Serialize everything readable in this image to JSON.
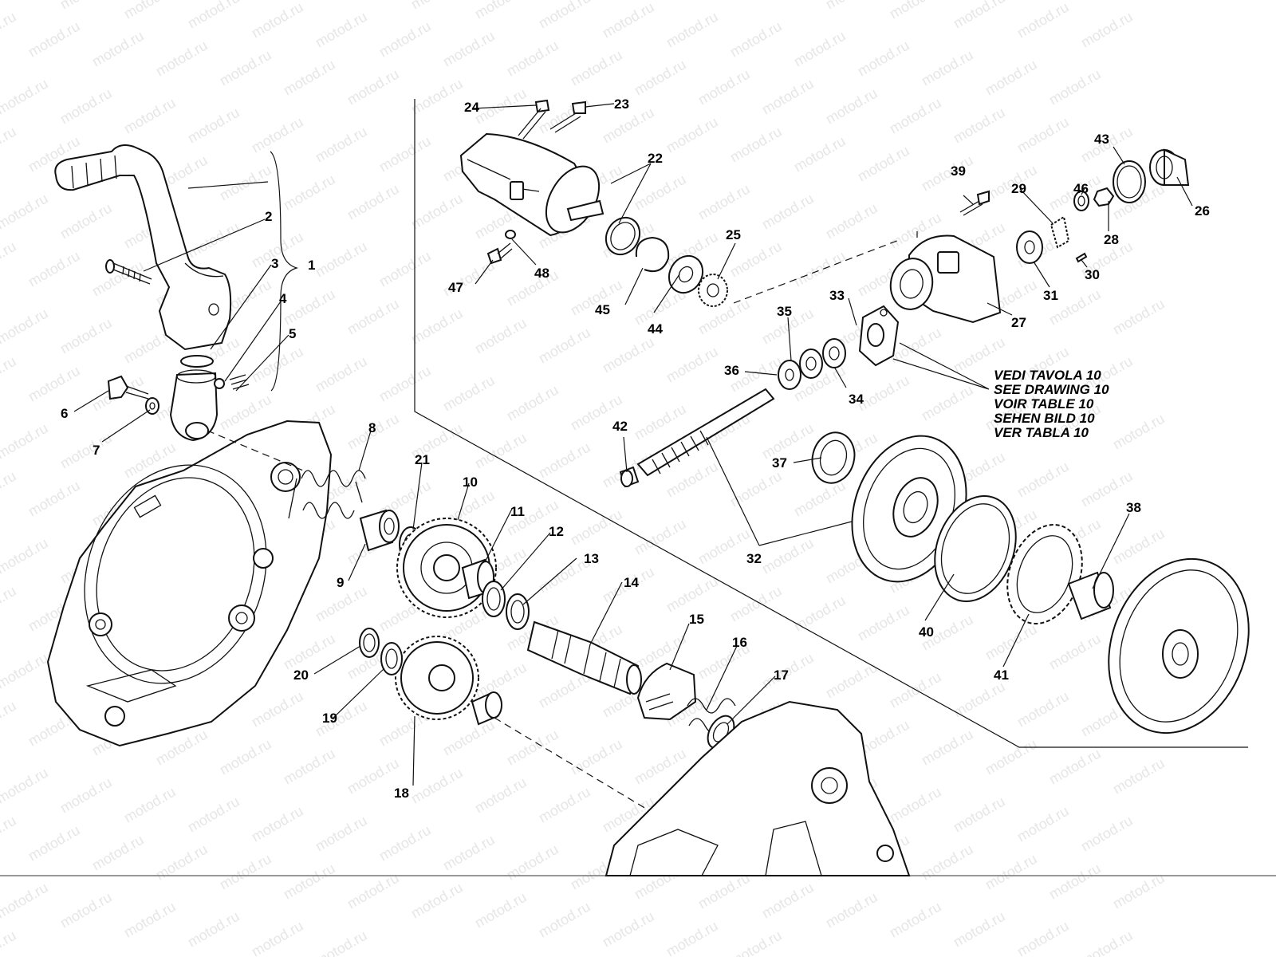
{
  "watermark": "motod.ru",
  "callouts": [
    {
      "id": "1",
      "label": "1"
    },
    {
      "id": "2",
      "label": "2"
    },
    {
      "id": "3",
      "label": "3"
    },
    {
      "id": "4",
      "label": "4"
    },
    {
      "id": "5",
      "label": "5"
    },
    {
      "id": "6",
      "label": "6"
    },
    {
      "id": "7",
      "label": "7"
    },
    {
      "id": "8",
      "label": "8"
    },
    {
      "id": "9",
      "label": "9"
    },
    {
      "id": "10",
      "label": "10"
    },
    {
      "id": "11",
      "label": "11"
    },
    {
      "id": "12",
      "label": "12"
    },
    {
      "id": "13",
      "label": "13"
    },
    {
      "id": "14",
      "label": "14"
    },
    {
      "id": "15",
      "label": "15"
    },
    {
      "id": "16",
      "label": "16"
    },
    {
      "id": "17",
      "label": "17"
    },
    {
      "id": "18",
      "label": "18"
    },
    {
      "id": "19",
      "label": "19"
    },
    {
      "id": "20",
      "label": "20"
    },
    {
      "id": "21",
      "label": "21"
    },
    {
      "id": "22",
      "label": "22"
    },
    {
      "id": "23",
      "label": "23"
    },
    {
      "id": "24",
      "label": "24"
    },
    {
      "id": "25",
      "label": "25"
    },
    {
      "id": "26",
      "label": "26"
    },
    {
      "id": "27",
      "label": "27"
    },
    {
      "id": "28",
      "label": "28"
    },
    {
      "id": "29",
      "label": "29"
    },
    {
      "id": "30",
      "label": "30"
    },
    {
      "id": "31",
      "label": "31"
    },
    {
      "id": "32",
      "label": "32"
    },
    {
      "id": "33",
      "label": "33"
    },
    {
      "id": "34",
      "label": "34"
    },
    {
      "id": "35",
      "label": "35"
    },
    {
      "id": "36",
      "label": "36"
    },
    {
      "id": "37",
      "label": "37"
    },
    {
      "id": "38",
      "label": "38"
    },
    {
      "id": "39",
      "label": "39"
    },
    {
      "id": "40",
      "label": "40"
    },
    {
      "id": "41",
      "label": "41"
    },
    {
      "id": "42",
      "label": "42"
    },
    {
      "id": "43",
      "label": "43"
    },
    {
      "id": "44",
      "label": "44"
    },
    {
      "id": "45",
      "label": "45"
    },
    {
      "id": "46",
      "label": "46"
    },
    {
      "id": "47",
      "label": "47"
    },
    {
      "id": "48",
      "label": "48"
    }
  ],
  "reference_note": [
    "VEDI TAVOLA 10",
    "SEE DRAWING 10",
    "VOIR TABLE 10",
    "SEHEN BILD 10",
    "VER TABLA 10"
  ]
}
